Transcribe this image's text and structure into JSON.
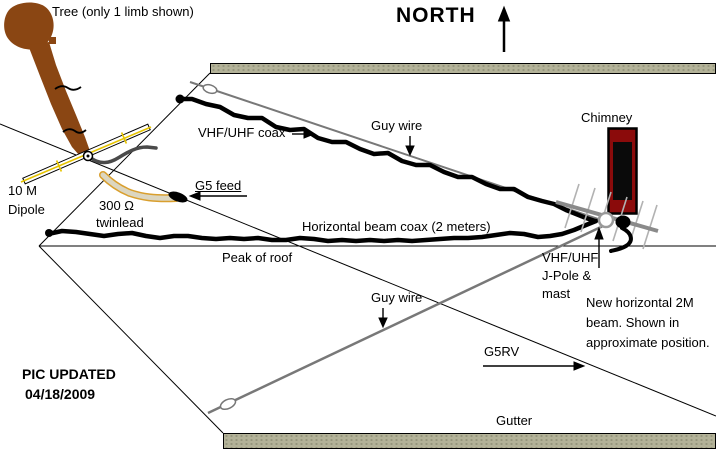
{
  "diagram": {
    "title": "Antenna / roof layout diagram",
    "labels": {
      "tree": "Tree (only 1 limb shown)",
      "north": "NORTH",
      "vhf_coax": "VHF/UHF coax",
      "guy_wire_upper": "Guy wire",
      "chimney": "Chimney",
      "dipole_line1": "10 M",
      "dipole_line2": "Dipole",
      "twinlead_line1": "300 Ω",
      "twinlead_line2": "twinlead",
      "g5_feed": "G5 feed",
      "horizontal_beam_coax": "Horizontal beam coax (2 meters)",
      "peak_of_roof": "Peak of roof",
      "jpole_line1": "VHF/UHF",
      "jpole_line2": "J-Pole &",
      "jpole_line3": "mast",
      "new_beam_line1": "New horizontal 2M",
      "new_beam_line2": "beam. Shown in",
      "new_beam_line3": "approximate position.",
      "guy_wire_lower": "Guy wire",
      "g5rv": "G5RV",
      "pic_updated_line1": "PIC UPDATED",
      "pic_updated_line2": "04/18/2009",
      "gutter": "Gutter"
    },
    "colors": {
      "tree_brown": "#8a4613",
      "chimney_red": "#8b0b0b",
      "chimney_flue_black": "#0a0a0a",
      "roof_bar_tan": "#b3b298",
      "roof_bar_dot": "#7a7a63",
      "twinlead_edge_orange": "#d99f2e",
      "twinlead_fill_tan": "#dcd6c0",
      "dipole_wire_yellow": "#e6c400",
      "guy_gray": "#787878",
      "boom_gray": "#8a8a8a",
      "beam_element_gray": "#b2b2b2",
      "coax_black": "#000000"
    }
  }
}
